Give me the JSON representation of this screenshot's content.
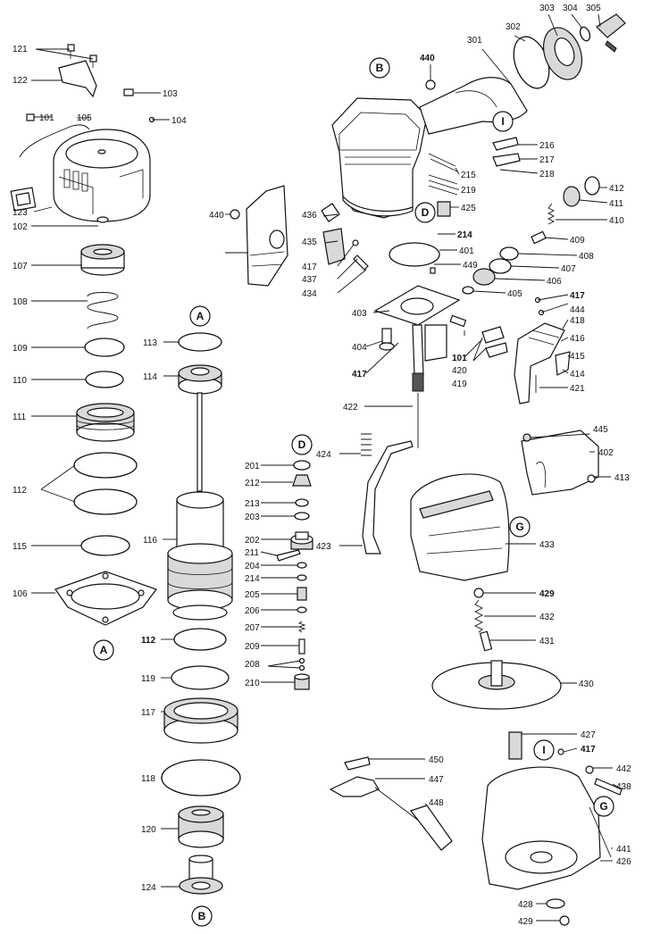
{
  "part_numbers": {
    "p101": "101",
    "p102": "102",
    "p103": "103",
    "p104": "104",
    "p105": "105",
    "p106": "106",
    "p107": "107",
    "p108": "108",
    "p109": "109",
    "p110": "110",
    "p111": "111",
    "p112": "112",
    "p113": "113",
    "p114": "114",
    "p115": "115",
    "p116": "116",
    "p117": "117",
    "p118": "118",
    "p119": "119",
    "p120": "120",
    "p121": "121",
    "p122": "122",
    "p123": "123",
    "p124": "124",
    "p201": "201",
    "p202": "202",
    "p203": "203",
    "p204": "204",
    "p205": "205",
    "p206": "206",
    "p207": "207",
    "p208": "208",
    "p209": "209",
    "p210": "210",
    "p211": "211",
    "p212": "212",
    "p213": "213",
    "p214": "214",
    "p215": "215",
    "p216": "216",
    "p217": "217",
    "p218": "218",
    "p219": "219",
    "p301": "301",
    "p302": "302",
    "p303": "303",
    "p304": "304",
    "p305": "305",
    "p401": "401",
    "p402": "402",
    "p403": "403",
    "p404": "404",
    "p405": "405",
    "p406": "406",
    "p407": "407",
    "p408": "408",
    "p409": "409",
    "p410": "410",
    "p411": "411",
    "p412": "412",
    "p413": "413",
    "p414": "414",
    "p415": "415",
    "p416": "416",
    "p417": "417",
    "p418": "418",
    "p419": "419",
    "p420": "420",
    "p421": "421",
    "p422": "422",
    "p423": "423",
    "p424": "424",
    "p425": "425",
    "p426": "426",
    "p427": "427",
    "p428": "428",
    "p429": "429",
    "p430": "430",
    "p431": "431",
    "p432": "432",
    "p433": "433",
    "p434": "434",
    "p435": "435",
    "p436": "436",
    "p437": "437",
    "p438": "438",
    "p440": "440",
    "p441": "441",
    "p442": "442",
    "p444": "444",
    "p445": "445",
    "p447": "447",
    "p448": "448",
    "p449": "449",
    "p450": "450"
  },
  "callouts": {
    "A": "A",
    "B": "B",
    "D": "D",
    "G": "G",
    "I": "I"
  }
}
